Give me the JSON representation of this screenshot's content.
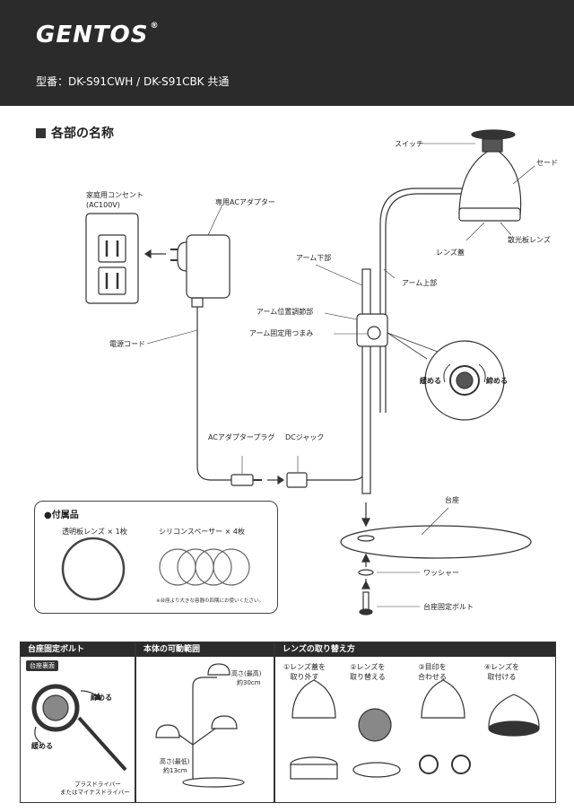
{
  "header": {
    "brand": "GENTOS",
    "registered_mark": "®",
    "model_line": "型番：DK-S91CWH / DK-S91CBK 共通"
  },
  "parts_section": {
    "title": "各部の名称",
    "labels": {
      "outlet": "家庭用コンセント",
      "outlet_voltage": "(AC100V)",
      "ac_adapter": "専用ACアダプター",
      "power_cord": "電源コード",
      "adapter_plug": "ACアダプタープラグ",
      "dc_jack": "DCジャック",
      "switch": "スイッチ",
      "shade": "セード",
      "lens_cover": "レンズ蓋",
      "diffuser_lens": "散光板レンズ",
      "arm_lower": "アーム下部",
      "arm_upper": "アーム上部",
      "arm_position": "アーム位置調節部",
      "arm_knob": "アーム固定用つまみ",
      "loosen": "緩める",
      "tighten": "締める",
      "base": "台座",
      "washer": "ワッシャー",
      "base_bolt": "台座固定ボルト"
    }
  },
  "accessories": {
    "title": "●付属品",
    "items": [
      {
        "name": "透明板レンズ × 1枚"
      },
      {
        "name": "シリコンスペーサー × 4枚"
      }
    ],
    "note": "※台座より大きな容器の四隅にお使いください。"
  },
  "panels": {
    "bolt": {
      "title": "台座固定ボルト",
      "badge": "台座裏面",
      "tighten": "締める",
      "loosen": "緩める",
      "driver_line1": "プラスドライバー",
      "driver_line2": "またはマイナスドライバー"
    },
    "range": {
      "title": "本体の可動範囲",
      "max_label": "高さ(最高)",
      "max_value": "約30cm",
      "min_label": "高さ(最低)",
      "min_value": "約13cm"
    },
    "lens": {
      "title": "レンズの取り替え方",
      "steps": [
        {
          "line1": "①レンズ蓋を",
          "line2": "取り外す"
        },
        {
          "line1": "②レンズを",
          "line2": "取り替える"
        },
        {
          "line1": "③目印を",
          "line2": "合わせる"
        },
        {
          "line1": "④レンズを",
          "line2": "取付ける"
        }
      ]
    }
  }
}
